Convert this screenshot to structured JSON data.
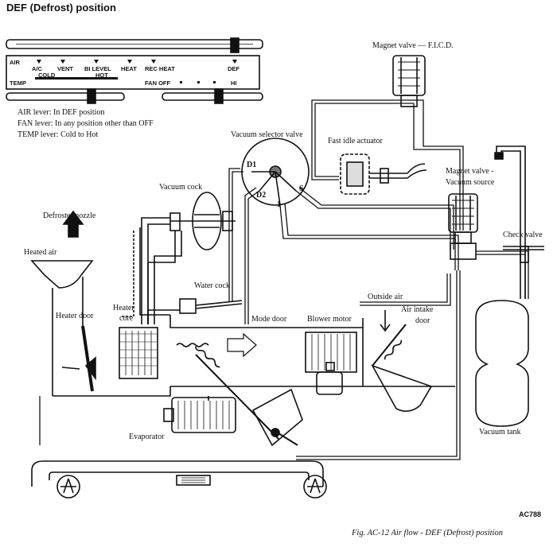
{
  "title": "DEF (Defrost) position",
  "control_panel": {
    "air_label": "AIR",
    "air_positions": [
      "A/C",
      "VENT",
      "BI LEVEL",
      "HEAT",
      "REC HEAT",
      "DEF"
    ],
    "temp_label": "TEMP",
    "cold_label": "COLD",
    "hot_label": "HOT",
    "fan_label": "FAN OFF",
    "fan_hi": "HI"
  },
  "levers": {
    "air": "AIR lever:  In DEF position",
    "fan": "FAN lever:  In any position other than OFF",
    "temp": "TEMP lever:  Cold to Hot"
  },
  "labels": {
    "magnet_valve_ficd": "Magnet valve — F.I.C.D.",
    "vacuum_selector": "Vacuum selector valve",
    "fast_idle": "Fast idle actuator",
    "magnet_valve_vac": "Magnet valve -",
    "vacuum_source": "Vacuum source",
    "vacuum_cock": "Vacuum cock",
    "defroster_nozzle": "Defroster nozzle",
    "heated_air": "Heated air",
    "check_valve": "Check valve",
    "water_cock": "Water cock",
    "outside_air": "Outside air",
    "air_intake": "Air intake",
    "door": "door",
    "heater_door": "Heater door",
    "heater": "Heater",
    "core": "core",
    "mode_door": "Mode door",
    "blower_motor": "Blower motor",
    "evaporator": "Evaporator",
    "vacuum_tank": "Vacuum tank",
    "d1": "D1",
    "d2": "D2",
    "s": "S",
    "one": "1"
  },
  "figure_code": "AC788",
  "caption": "Fig. AC-12  Air flow - DEF (Defrost) position"
}
